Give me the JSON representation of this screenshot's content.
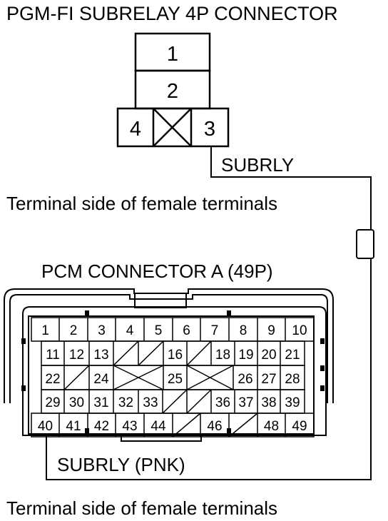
{
  "subrelay_connector": {
    "title": "PGM-FI SUBRELAY 4P CONNECTOR",
    "terminals": [
      "1",
      "2",
      "3",
      "4"
    ],
    "wire_label": "SUBRLY",
    "view_note": "Terminal side of female terminals"
  },
  "pcm_connector": {
    "title": "PCM CONNECTOR A (49P)",
    "rows": [
      [
        "1",
        "2",
        "3",
        "4",
        "5",
        "6",
        "7",
        "8",
        "9",
        "10"
      ],
      [
        "11",
        "12",
        "13",
        "",
        "",
        "16",
        "",
        "18",
        "19",
        "20",
        "21"
      ],
      [
        "22",
        "",
        "24",
        "",
        "",
        "25",
        "",
        "",
        "26",
        "27",
        "28"
      ],
      [
        "29",
        "30",
        "31",
        "32",
        "33",
        "",
        "",
        "36",
        "37",
        "38",
        "39"
      ],
      [
        "40",
        "41",
        "42",
        "43",
        "44",
        "",
        "46",
        "",
        "48",
        "49"
      ]
    ],
    "wire_label": "SUBRLY (PNK)",
    "view_note": "Terminal side of female terminals"
  }
}
